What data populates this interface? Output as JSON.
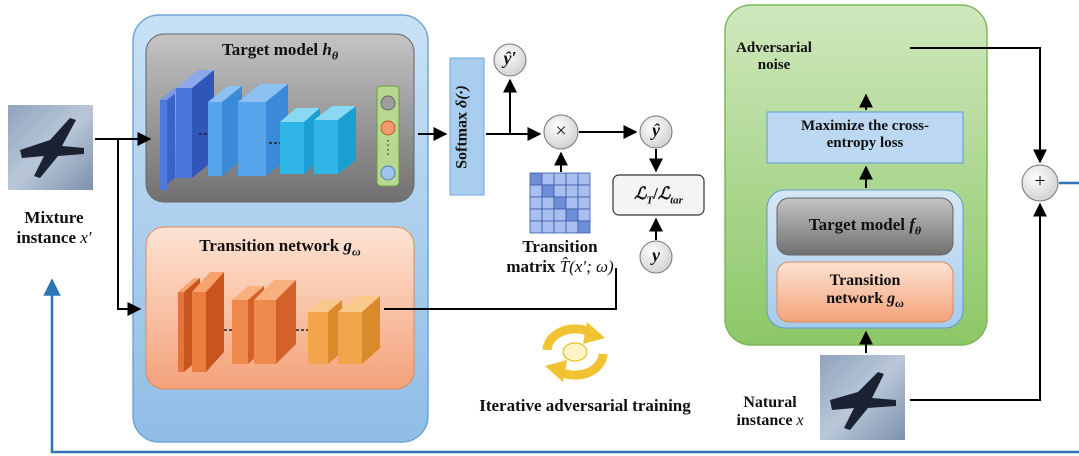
{
  "mixture_instance": {
    "line1": "Mixture",
    "line2": "instance",
    "symbol": "x′"
  },
  "target_model_h": {
    "label": "Target model",
    "symbol": "h",
    "subscript": "θ"
  },
  "transition_network_left": {
    "label": "Transition network",
    "symbol": "g",
    "subscript": "ω"
  },
  "softmax": {
    "label": "Softmax",
    "symbol": "δ(·)"
  },
  "y_hat_prime": "ŷ′",
  "multiply_symbol": "×",
  "y_hat": "ŷ",
  "y_true": "y",
  "loss": {
    "symbol_a": "ℒ",
    "sub_a": "T",
    "slash": "/",
    "symbol_b": "ℒ",
    "sub_b": "tar"
  },
  "transition_matrix": {
    "line1": "Transition",
    "line2_prefix": "matrix",
    "symbol": "T̂(x′; ω)"
  },
  "iterative_training": "Iterative adversarial training",
  "adversarial_noise": {
    "line1": "Adversarial",
    "line2": "noise"
  },
  "maximize_loss": {
    "line1": "Maximize the cross-",
    "line2": "entropy loss"
  },
  "target_model_f": {
    "label": "Target model",
    "symbol": "f",
    "subscript": "θ"
  },
  "transition_network_right": {
    "line1": "Transition",
    "line2": "network",
    "symbol": "g",
    "subscript": "ω"
  },
  "plus_symbol": "+",
  "natural_instance": {
    "line1": "Natural",
    "line2": "instance",
    "symbol": "x"
  },
  "colors": {
    "blue_panel": "#a9cdee",
    "green_panel": "#a8d58a",
    "gray_box": "#8e8e8e",
    "orange_box": "#f7b896",
    "arrow": "#000000",
    "feedback_arrow": "#2e75b6"
  }
}
